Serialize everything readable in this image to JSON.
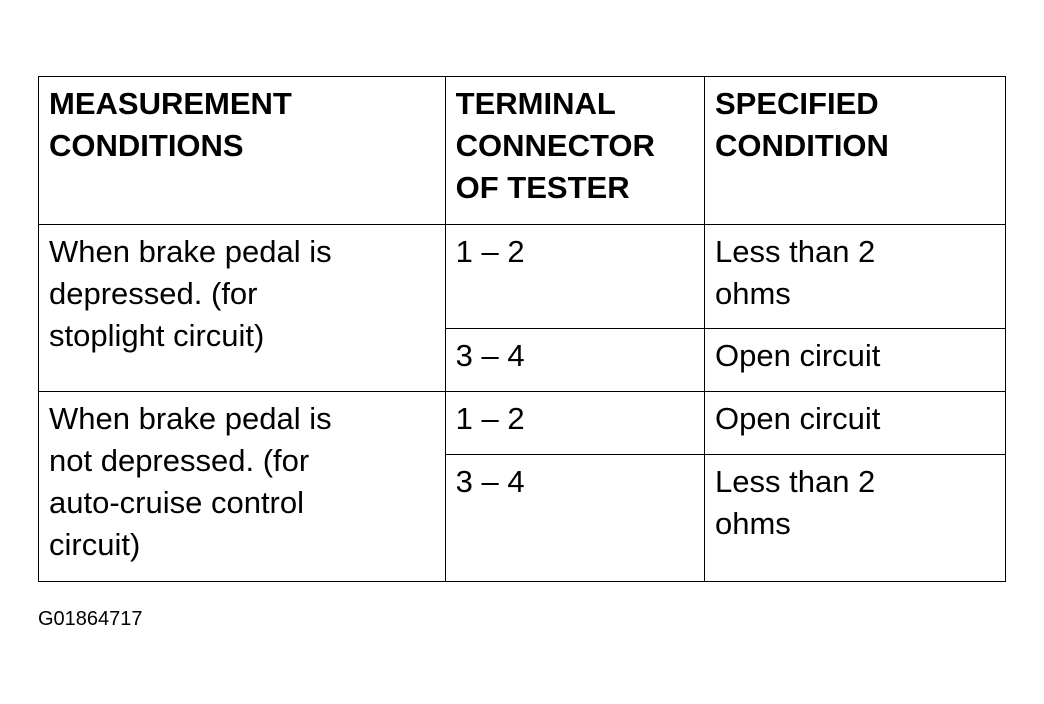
{
  "table": {
    "headers": [
      [
        "MEASUREMENT",
        "CONDITIONS"
      ],
      [
        "TERMINAL",
        "CONNECTOR",
        "OF TESTER"
      ],
      [
        "SPECIFIED",
        "CONDITION"
      ]
    ],
    "groups": [
      {
        "condition": [
          "When brake pedal is",
          "depressed. (for",
          "stoplight circuit)"
        ],
        "rows": [
          {
            "terminal": "1 – 2",
            "spec": [
              "Less than 2",
              "ohms"
            ]
          },
          {
            "terminal": "3 – 4",
            "spec": [
              "Open circuit"
            ]
          }
        ]
      },
      {
        "condition": [
          "When brake pedal is",
          "not depressed. (for",
          "auto-cruise control",
          "circuit)"
        ],
        "rows": [
          {
            "terminal": "1 – 2",
            "spec": [
              "Open circuit"
            ]
          },
          {
            "terminal": "3 – 4",
            "spec": [
              "Less than 2",
              "ohms"
            ]
          }
        ]
      }
    ]
  },
  "figure_id": "G01864717"
}
